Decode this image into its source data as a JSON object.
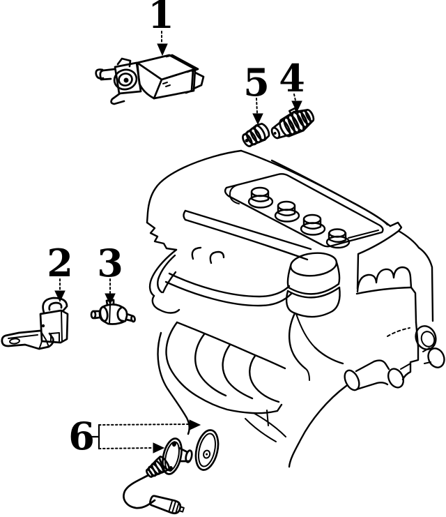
{
  "diagram": {
    "background_color": "#ffffff",
    "line_color": "#000000",
    "callouts": [
      {
        "label": "1",
        "part": "canister-assembly"
      },
      {
        "label": "2",
        "part": "bracket-mounted-valve"
      },
      {
        "label": "3",
        "part": "solenoid-valve"
      },
      {
        "label": "4",
        "part": "large-sensor-plug"
      },
      {
        "label": "5",
        "part": "small-sensor-plug"
      },
      {
        "label": "6",
        "part": "oxygen-sensor-and-gasket"
      }
    ]
  }
}
